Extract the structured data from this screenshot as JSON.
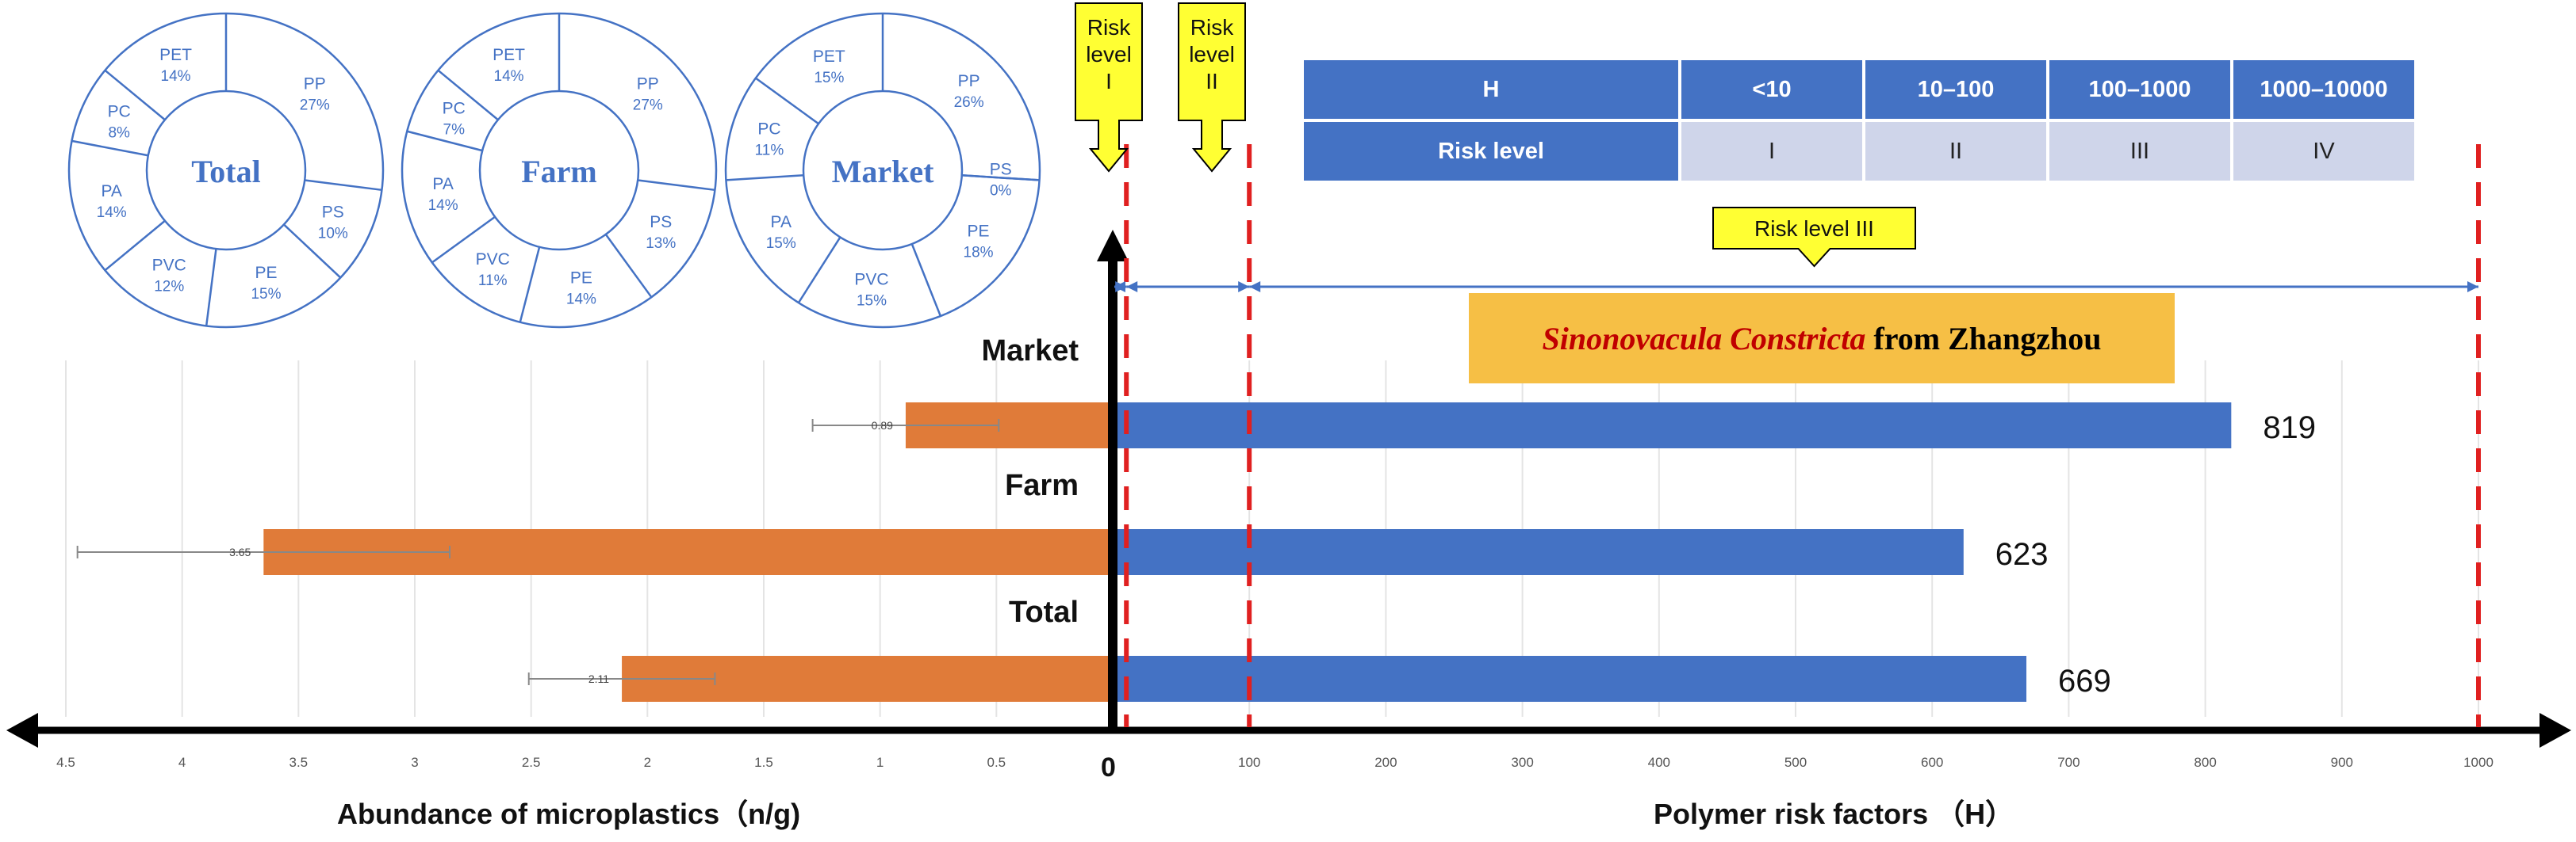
{
  "colors": {
    "bar_left": "#e07b39",
    "bar_right": "#4472c4",
    "pie_text": "#4472c4",
    "pie_line": "#4472c4",
    "risk_line": "#e02020",
    "callout_fill": "#ffff33",
    "table_header": "#4472c4",
    "table_level": "#cfd5ea",
    "title_box": "#f6bf45"
  },
  "risk_table": {
    "header": [
      "H",
      "<10",
      "10–100",
      "100–1000",
      "1000–10000"
    ],
    "levels": [
      "Risk level",
      "I",
      "II",
      "III",
      "IV"
    ]
  },
  "title_box": {
    "species": "Sinonovacula Constricta",
    "suffix": "from Zhangzhou"
  },
  "callouts": {
    "risk1": [
      "Risk",
      "level",
      "I"
    ],
    "risk2": [
      "Risk",
      "level",
      "II"
    ],
    "risk3": "Risk level III"
  },
  "pies": [
    {
      "title": "Total",
      "segments": [
        {
          "label": "PP",
          "pct": "27%",
          "value": 27
        },
        {
          "label": "PS",
          "pct": "10%",
          "value": 10
        },
        {
          "label": "PE",
          "pct": "15%",
          "value": 15
        },
        {
          "label": "PVC",
          "pct": "12%",
          "value": 12
        },
        {
          "label": "PA",
          "pct": "14%",
          "value": 14
        },
        {
          "label": "PC",
          "pct": "8%",
          "value": 8
        },
        {
          "label": "PET",
          "pct": "14%",
          "value": 14
        }
      ]
    },
    {
      "title": "Farm",
      "segments": [
        {
          "label": "PP",
          "pct": "27%",
          "value": 27
        },
        {
          "label": "PS",
          "pct": "13%",
          "value": 13
        },
        {
          "label": "PE",
          "pct": "14%",
          "value": 14
        },
        {
          "label": "PVC",
          "pct": "11%",
          "value": 11
        },
        {
          "label": "PA",
          "pct": "14%",
          "value": 14
        },
        {
          "label": "PC",
          "pct": "7%",
          "value": 7
        },
        {
          "label": "PET",
          "pct": "14%",
          "value": 14
        }
      ]
    },
    {
      "title": "Market",
      "segments": [
        {
          "label": "PP",
          "pct": "26%",
          "value": 26
        },
        {
          "label": "PS",
          "pct": "0%",
          "value": 0
        },
        {
          "label": "PE",
          "pct": "18%",
          "value": 18
        },
        {
          "label": "PVC",
          "pct": "15%",
          "value": 15
        },
        {
          "label": "PA",
          "pct": "15%",
          "value": 15
        },
        {
          "label": "PC",
          "pct": "11%",
          "value": 11
        },
        {
          "label": "PET",
          "pct": "15%",
          "value": 15
        }
      ]
    }
  ],
  "chart_data": {
    "type": "bar",
    "orientation": "horizontal",
    "categories": [
      "Market",
      "Farm",
      "Total"
    ],
    "left": {
      "xlabel": "Abundance of microplastics（n/g)",
      "values": [
        0.89,
        3.65,
        2.11
      ],
      "value_labels": [
        "0.89",
        "3.65",
        "2.11"
      ],
      "errors": [
        0.4,
        0.8,
        0.4
      ],
      "xlim": [
        0,
        4.5
      ],
      "ticks": [
        "0",
        "0.5",
        "1",
        "1.5",
        "2",
        "2.5",
        "3",
        "3.5",
        "4",
        "4.5"
      ]
    },
    "right": {
      "xlabel": "Polymer risk factors （H）",
      "values": [
        819,
        623,
        669
      ],
      "value_labels": [
        "819",
        "623",
        "669"
      ],
      "xlim": [
        0,
        1000
      ],
      "ticks": [
        "100",
        "200",
        "300",
        "400",
        "500",
        "600",
        "700",
        "800",
        "900",
        "1000"
      ]
    },
    "origin_label": "0",
    "risk_thresholds": [
      10,
      100,
      1000
    ]
  }
}
